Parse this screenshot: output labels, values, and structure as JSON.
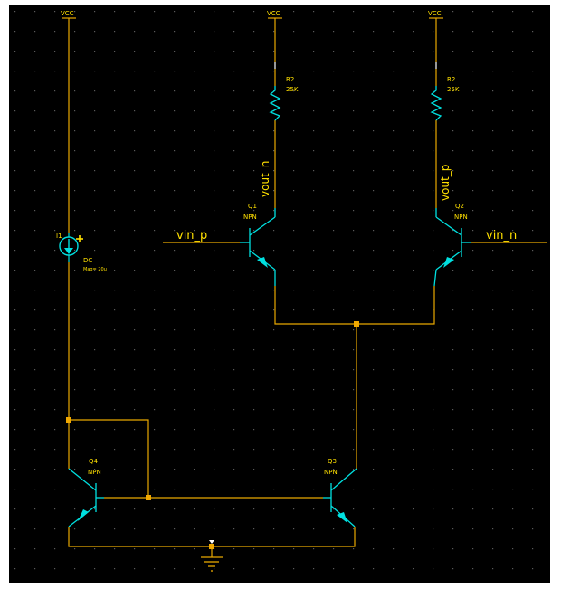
{
  "colors": {
    "background": "#000000",
    "frame": "#ffffff",
    "wire": "#e8a800",
    "device": "#00e0e0",
    "label": "#ffe000",
    "junction": "#f0a800",
    "grid_dot": "#5a5a5a"
  },
  "supplies": {
    "vcc_left": "VCC",
    "vcc_mid": "VCC",
    "vcc_right": "VCC"
  },
  "resistors": {
    "r_left": {
      "name": "R2",
      "value": "25K"
    },
    "r_right": {
      "name": "R2",
      "value": "25K"
    }
  },
  "current_source": {
    "name": "I1",
    "type": "DC",
    "param": "Mag= 20u"
  },
  "transistors": {
    "q1": {
      "name": "Q1",
      "model": "NPN"
    },
    "q2": {
      "name": "Q2",
      "model": "NPN"
    },
    "q3": {
      "name": "Q3",
      "model": "NPN"
    },
    "q4": {
      "name": "Q4",
      "model": "NPN"
    }
  },
  "nets": {
    "vout_n": "vout_n",
    "vout_p": "vout_p",
    "vin_p": "vin_p",
    "vin_n": "vin_n"
  },
  "icons": {
    "ground": "ground-icon",
    "plus": "plus-sign-icon"
  }
}
